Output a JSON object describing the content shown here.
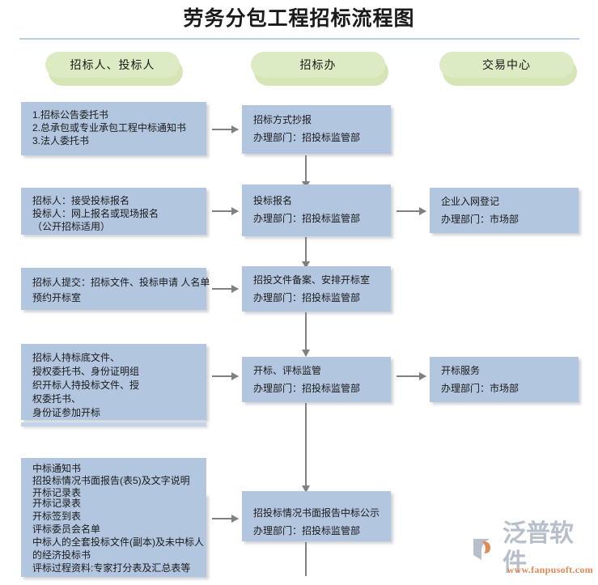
{
  "page": {
    "title": "劳务分包工程招标流程图",
    "box_fill": "#b3c6e0",
    "pill_fill": "#dcebc4",
    "rule_color": "#b8cce4",
    "connector_color": "#808080"
  },
  "columns": [
    {
      "label": "招标人、投标人"
    },
    {
      "label": "招标办"
    },
    {
      "label": "交易中心"
    }
  ],
  "boxes": {
    "left_1": {
      "lines": [
        "1.招标公告委托书",
        "2.总承包或专业承包工程中标通知书",
        "3.法人委托书"
      ]
    },
    "mid_1": {
      "lines": [
        "招标方式抄报",
        "办理部门：招投标监管部"
      ]
    },
    "left_2": {
      "lines": [
        "招标人：接受投标报名",
        "投标人：网上报名或现场报名",
        "（公开招标适用）"
      ]
    },
    "mid_2": {
      "lines": [
        "投标报名",
        "办理部门：招投标监管部"
      ]
    },
    "right_2": {
      "lines": [
        "企业入网登记",
        "办理部门：市场部"
      ]
    },
    "left_3": {
      "lines": [
        "招标人提交：招标文件、投标申请 人名单",
        "预约开标室"
      ]
    },
    "mid_3": {
      "lines": [
        "招投文件备案、安排开标室",
        "办理部门：招投标监管部"
      ]
    },
    "left_4": {
      "lines": [
        "招标人持标底文件、",
        "授权委托书、身份证明组",
        "织开标人持投标文件、授",
        "权委托书、",
        "身份证参加开标"
      ]
    },
    "mid_4": {
      "lines": [
        "开标、评标监管",
        "办理部门：招投标监管部"
      ]
    },
    "right_4": {
      "lines": [
        "开标服务",
        "办理部门：市场部"
      ]
    },
    "left_5a": {
      "lines": [
        "中标通知书",
        "招投标情况书面报告(表5)及文字说明",
        "开标记录表"
      ]
    },
    "left_5b": {
      "lines": [
        "开标记录表",
        "开标签到表",
        "评标委员会名单",
        "中标人的全套投标文件(副本)及未中标人",
        "的经济投标书",
        "评标过程资料:专家打分表及汇总表等"
      ]
    },
    "mid_5": {
      "lines": [
        "招投标情况书面报告中标公示",
        "办理部门：招投标监管部"
      ]
    }
  },
  "watermark": {
    "brand": "泛普软件",
    "url": "www.fanpusoft.com"
  }
}
